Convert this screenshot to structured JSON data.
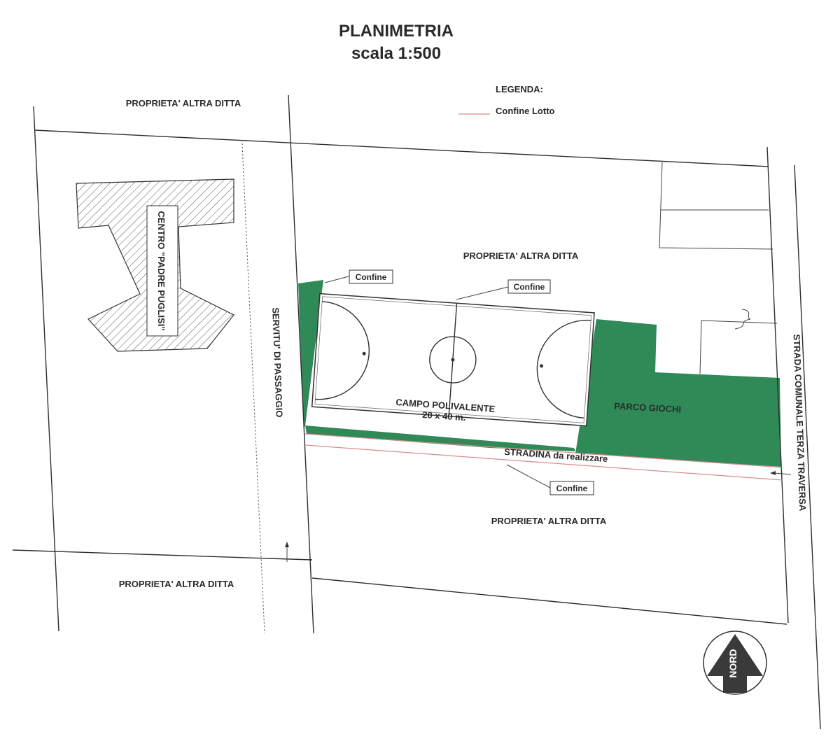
{
  "title": {
    "line1": "PLANIMETRIA",
    "line2": "scala 1:500"
  },
  "legend": {
    "heading": "LEGENDA:",
    "item": "Confine Lotto",
    "line_color": "#d98c8c"
  },
  "labels": {
    "prop_top_left": "PROPRIETA' ALTRA DITTA",
    "prop_mid": "PROPRIETA' ALTRA DITTA",
    "prop_lower": "PROPRIETA' ALTRA DITTA",
    "prop_bottom_left": "PROPRIETA' ALTRA DITTA",
    "centro": "CENTRO \"PADRE PUGLISI\"",
    "servitu": "SERVITU' DI PASSAGGIO",
    "strada": "STRADA COMUNALE TERZA TRAVERSA",
    "campo_line1": "CAMPO POLIVALENTE",
    "campo_line2": "20 x 40 m.",
    "parco": "PARCO GIOCHI",
    "stradina": "STRADINA da realizzare",
    "confine_1": "Confine",
    "confine_2": "Confine",
    "confine_3": "Confine",
    "nord": "NORD"
  },
  "colors": {
    "green_area": "#2f8a58",
    "line": "#2f2f2f",
    "boundary": "#d98c8c"
  }
}
